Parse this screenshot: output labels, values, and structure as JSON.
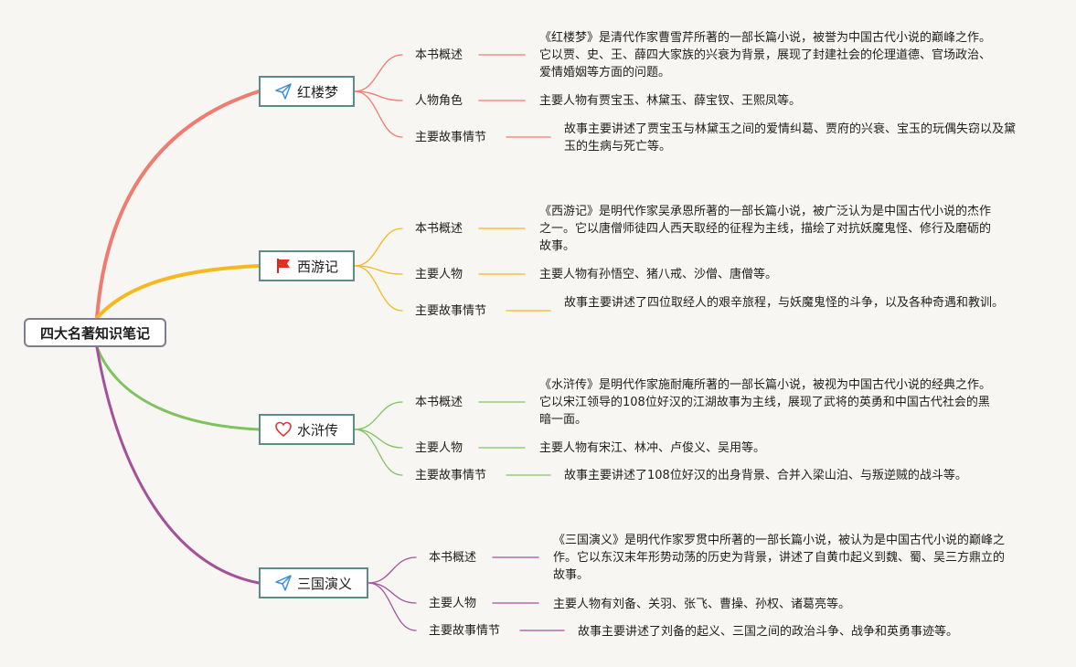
{
  "root": {
    "title": "四大名著知识笔记"
  },
  "colors": {
    "hongloumeng": "#f07b6f",
    "xiyouji": "#f6b81c",
    "shuihuzhuan": "#7fc35f",
    "sanguo": "#a4509a"
  },
  "books": [
    {
      "title": "红楼梦",
      "icon": "paper-plane-icon",
      "topics": [
        {
          "label": "本书概述",
          "text": "《红楼梦》是清代作家曹雪芹所著的一部长篇小说，被誉为中国古代小说的巅峰之作。它以贾、史、王、薛四大家族的兴衰为背景，展现了封建社会的伦理道德、官场政治、爱情婚姻等方面的问题。"
        },
        {
          "label": "人物角色",
          "text": "主要人物有贾宝玉、林黛玉、薛宝钗、王熙凤等。"
        },
        {
          "label": "主要故事情节",
          "text": "故事主要讲述了贾宝玉与林黛玉之间的爱情纠葛、贾府的兴衰、宝玉的玩偶失窃以及黛玉的生病与死亡等。"
        }
      ]
    },
    {
      "title": "西游记",
      "icon": "red-flag-icon",
      "topics": [
        {
          "label": "本书概述",
          "text": "《西游记》是明代作家吴承恩所著的一部长篇小说，被广泛认为是中国古代小说的杰作之一。它以唐僧师徒四人西天取经的征程为主线，描绘了对抗妖魔鬼怪、修行及磨砺的故事。"
        },
        {
          "label": "主要人物",
          "text": "主要人物有孙悟空、猪八戒、沙僧、唐僧等。"
        },
        {
          "label": "主要故事情节",
          "text": "故事主要讲述了四位取经人的艰辛旅程，与妖魔鬼怪的斗争，以及各种奇遇和教训。"
        }
      ]
    },
    {
      "title": "水浒传",
      "icon": "heart-icon",
      "topics": [
        {
          "label": "本书概述",
          "text": "《水浒传》是明代作家施耐庵所著的一部长篇小说，被视为中国古代小说的经典之作。它以宋江领导的108位好汉的江湖故事为主线，展现了武将的英勇和中国古代社会的黑暗一面。"
        },
        {
          "label": "主要人物",
          "text": "主要人物有宋江、林冲、卢俊义、吴用等。"
        },
        {
          "label": "主要故事情节",
          "text": "故事主要讲述了108位好汉的出身背景、合并入梁山泊、与叛逆贼的战斗等。"
        }
      ]
    },
    {
      "title": "三国演义",
      "icon": "paper-plane-icon",
      "topics": [
        {
          "label": "本书概述",
          "text": "《三国演义》是明代作家罗贯中所著的一部长篇小说，被认为是中国古代小说的巅峰之作。它以东汉末年形势动荡的历史为背景，讲述了自黄巾起义到魏、蜀、吴三方鼎立的故事。"
        },
        {
          "label": "主要人物",
          "text": "主要人物有刘备、关羽、张飞、曹操、孙权、诸葛亮等。"
        },
        {
          "label": "主要故事情节",
          "text": "故事主要讲述了刘备的起义、三国之间的政治斗争、战争和英勇事迹等。"
        }
      ]
    }
  ]
}
